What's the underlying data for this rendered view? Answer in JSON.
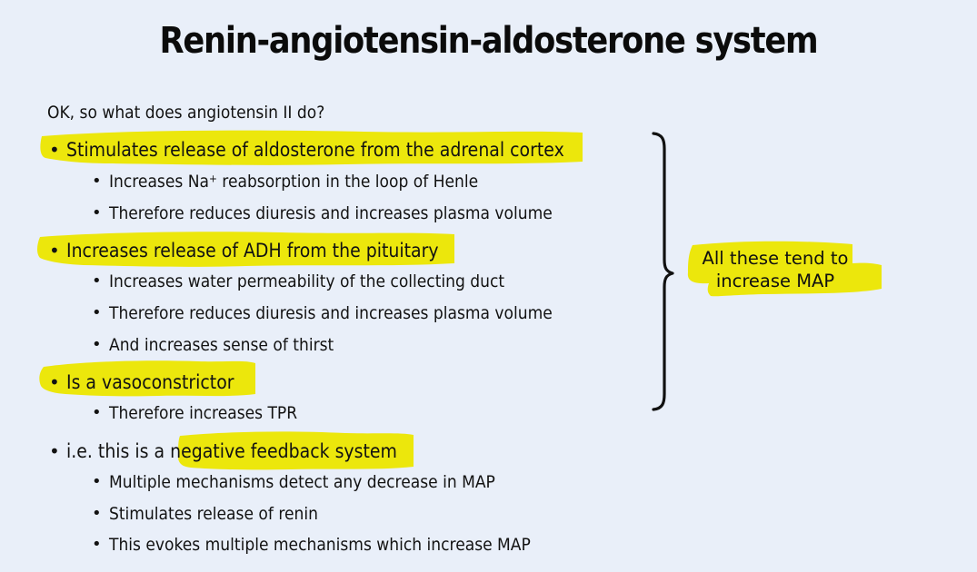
{
  "slide": {
    "title": "Renin-angiotensin-aldosterone system",
    "background_color": "#e9eff9",
    "text_color": "#121212",
    "highlight_color": "#ece70c",
    "bullet_glyph": "•"
  },
  "content": {
    "lead": "OK, so what does angiotensin II do?",
    "bullets": [
      {
        "level": 1,
        "text": "Stimulates release of aldosterone from the adrenal cortex",
        "highlighted": true
      },
      {
        "level": 2,
        "text_before_sup": "Increases Na",
        "superscript": "+",
        "text_after_sup": " reabsorption in the loop of Henle",
        "highlighted": false
      },
      {
        "level": 2,
        "text": "Therefore reduces diuresis and increases plasma volume",
        "highlighted": false
      },
      {
        "level": 1,
        "text": "Increases release of ADH from the pituitary",
        "highlighted": true
      },
      {
        "level": 2,
        "text": "Increases water permeability of the collecting duct",
        "highlighted": false
      },
      {
        "level": 2,
        "text": "Therefore reduces diuresis and increases plasma volume",
        "highlighted": false
      },
      {
        "level": 2,
        "text": "And increases sense of thirst",
        "highlighted": false
      },
      {
        "level": 1,
        "text": "Is a vasoconstrictor",
        "highlighted": true
      },
      {
        "level": 2,
        "text": "Therefore increases TPR",
        "highlighted": false
      },
      {
        "level": 1,
        "text": "i.e. this is a negative feedback system",
        "highlighted": "partial",
        "highlight_phrase": "negative feedback system"
      },
      {
        "level": 2,
        "text": "Multiple mechanisms detect any decrease in MAP",
        "highlighted": false
      },
      {
        "level": 2,
        "text": "Stimulates release of renin",
        "highlighted": false
      },
      {
        "level": 2,
        "text": "This evokes multiple mechanisms which increase MAP",
        "highlighted": false
      }
    ]
  },
  "annotation": {
    "line1": "All these tend to",
    "line2": "increase MAP",
    "highlighted": true,
    "brace": "right-curly-brace"
  }
}
